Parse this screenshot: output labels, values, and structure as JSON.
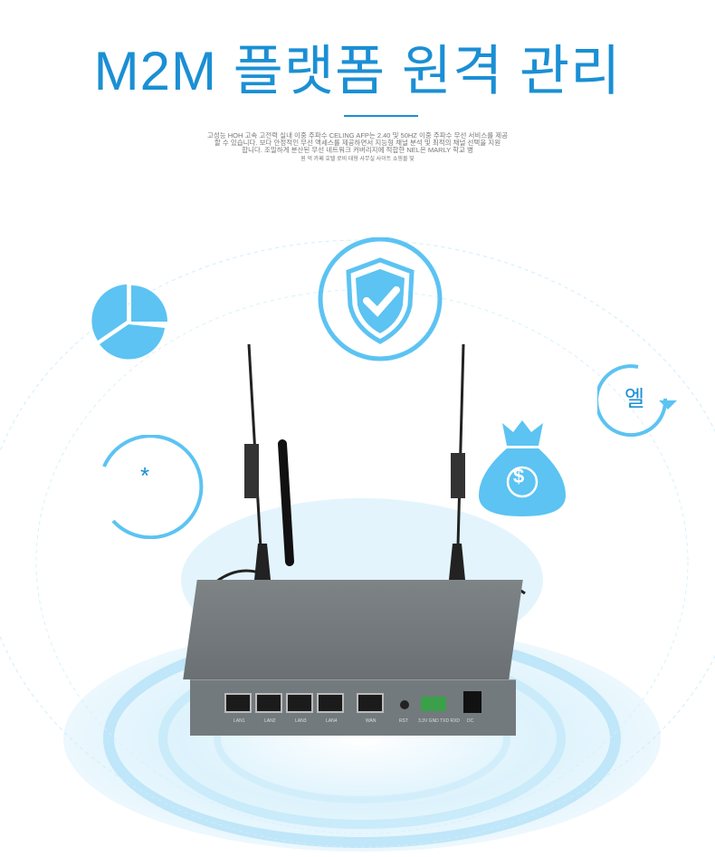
{
  "header": {
    "title": "M2M 플랫폼 원격 관리",
    "description": [
      "고성능 HOH 고속 고전력 실내 이중 주파수 CELING AFP는 2.40 및 50HZ 이중 주파수 무선 서비스를 제공",
      "할 수 있습니다. 보다 안정적인 무선 액세스를 제공하면서 지능형 채널 분석 및 최적의 채널 선택을 지원",
      "합니다. 조밀하게 분산된 무선 네트워크 커버리지에 적합한 NEL은 MARLY 학교 병",
      "원 억 카페 호텔 로비 대형 사무실 사이트 쇼핑몰 및"
    ]
  },
  "icons": {
    "refresh_label": "엘",
    "star_label": "*",
    "money_label": "$"
  },
  "router": {
    "ports": [
      "LAN1",
      "LAN2",
      "LAN3",
      "LAN4"
    ],
    "wan": "WAN",
    "reset": "RST",
    "terminal": "3.3V GND TXD RXD",
    "power": "DC"
  },
  "colors": {
    "accent": "#1b8fd4",
    "icon": "#5cc3f2"
  }
}
